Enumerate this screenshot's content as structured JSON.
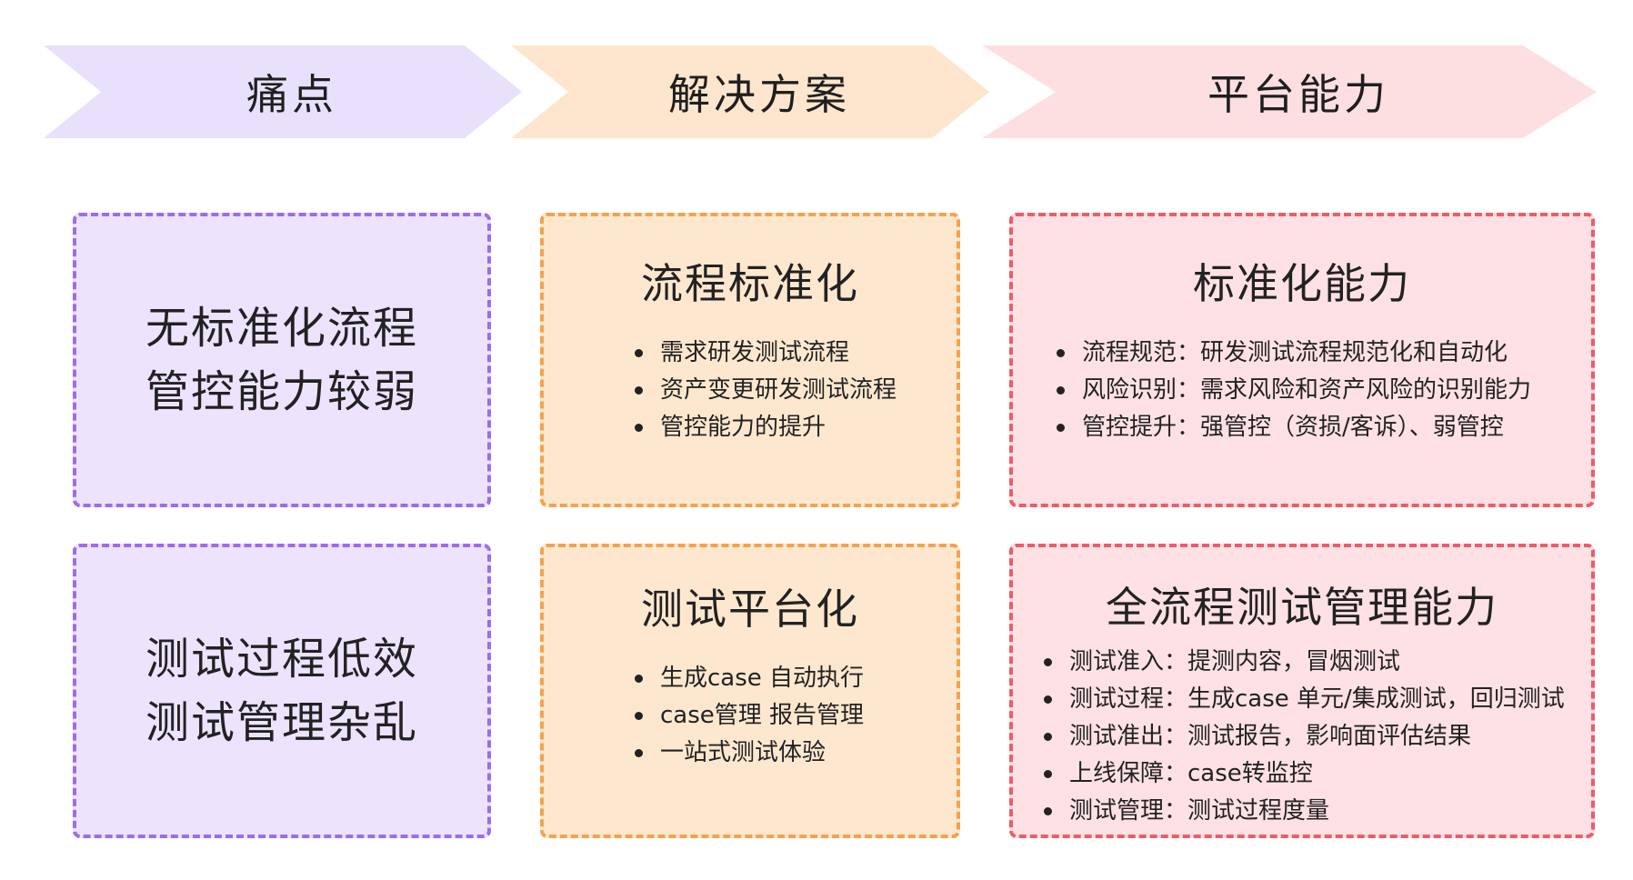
{
  "headers": [
    {
      "label": "痛点",
      "color": "#e9e0fb"
    },
    {
      "label": "解决方案",
      "color": "#fde6cd"
    },
    {
      "label": "平台能力",
      "color": "#fddfe2"
    }
  ],
  "pain_points": [
    {
      "lines": [
        "无标准化流程",
        "管控能力较弱"
      ]
    },
    {
      "lines": [
        "测试过程低效",
        "测试管理杂乱"
      ]
    }
  ],
  "solutions": [
    {
      "title": "流程标准化",
      "items": [
        "需求研发测试流程",
        "资产变更研发测试流程",
        "管控能力的提升"
      ]
    },
    {
      "title": "测试平台化",
      "items": [
        "生成case 自动执行",
        "case管理 报告管理",
        "一站式测试体验"
      ]
    }
  ],
  "capabilities": [
    {
      "title": "标准化能力",
      "items": [
        "流程规范：研发测试流程规范化和自动化",
        "风险识别：需求风险和资产风险的识别能力",
        "管控提升：强管控（资损/客诉）、弱管控"
      ]
    },
    {
      "title": "全流程测试管理能力",
      "items": [
        "测试准入：提测内容，冒烟测试",
        "测试过程：生成case 单元/集成测试，回归测试",
        "测试准出：测试报告，影响面评估结果",
        "上线保障：case转监控",
        "测试管理：测试过程度量"
      ]
    }
  ],
  "colors": {
    "purple_fill": "#ede3fd",
    "purple_border": "#9c6cf0",
    "orange_fill": "#fde8cf",
    "orange_border": "#f5a24a",
    "pink_fill": "#fde1e4",
    "pink_border": "#ee5c68"
  }
}
